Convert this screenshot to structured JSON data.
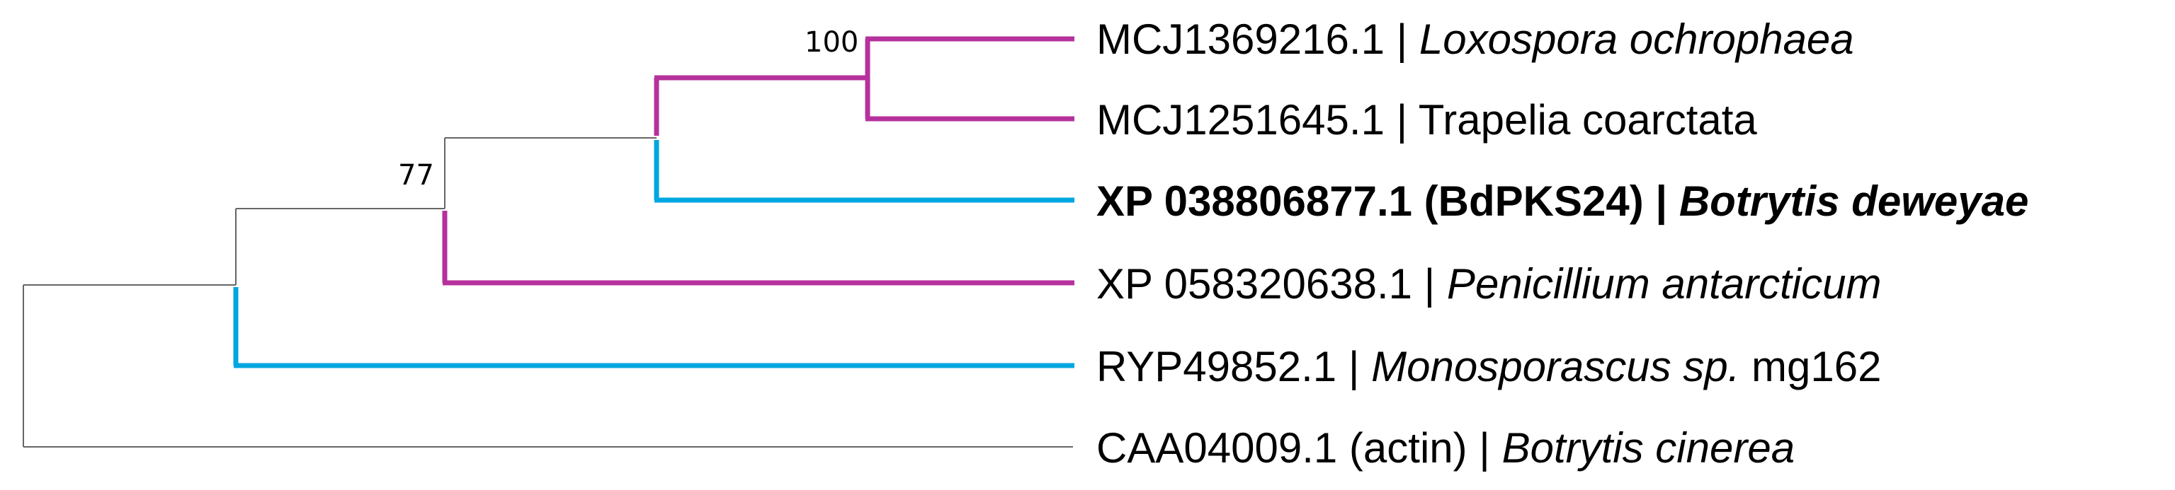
{
  "colors": {
    "magenta": "#b5319c",
    "cyan": "#00a6e0",
    "gray": "#666666"
  },
  "bootstrap": {
    "b100": "100",
    "b77": "77"
  },
  "taxa": [
    {
      "acc": "MCJ1369216.1 |",
      "sp": "Loxospora ochrophaea",
      "suffix": "",
      "sp_italic": true
    },
    {
      "acc": "MCJ1251645.1 |",
      "sp": "Trapelia coarctata",
      "suffix": "",
      "sp_italic": false
    },
    {
      "acc": "XP 038806877.1 (BdPKS24) |",
      "sp": "Botrytis deweyae",
      "suffix": "",
      "sp_italic": true,
      "bold": true
    },
    {
      "acc": "XP 058320638.1 |",
      "sp": "Penicillium antarcticum",
      "suffix": "",
      "sp_italic": true
    },
    {
      "acc": "RYP49852.1 |",
      "sp": "Monosporascus sp.",
      "suffix": "mg162",
      "sp_italic": true
    },
    {
      "acc": "CAA04009.1 (actin) |",
      "sp": "Botrytis cinerea",
      "suffix": "",
      "sp_italic": true
    }
  ]
}
